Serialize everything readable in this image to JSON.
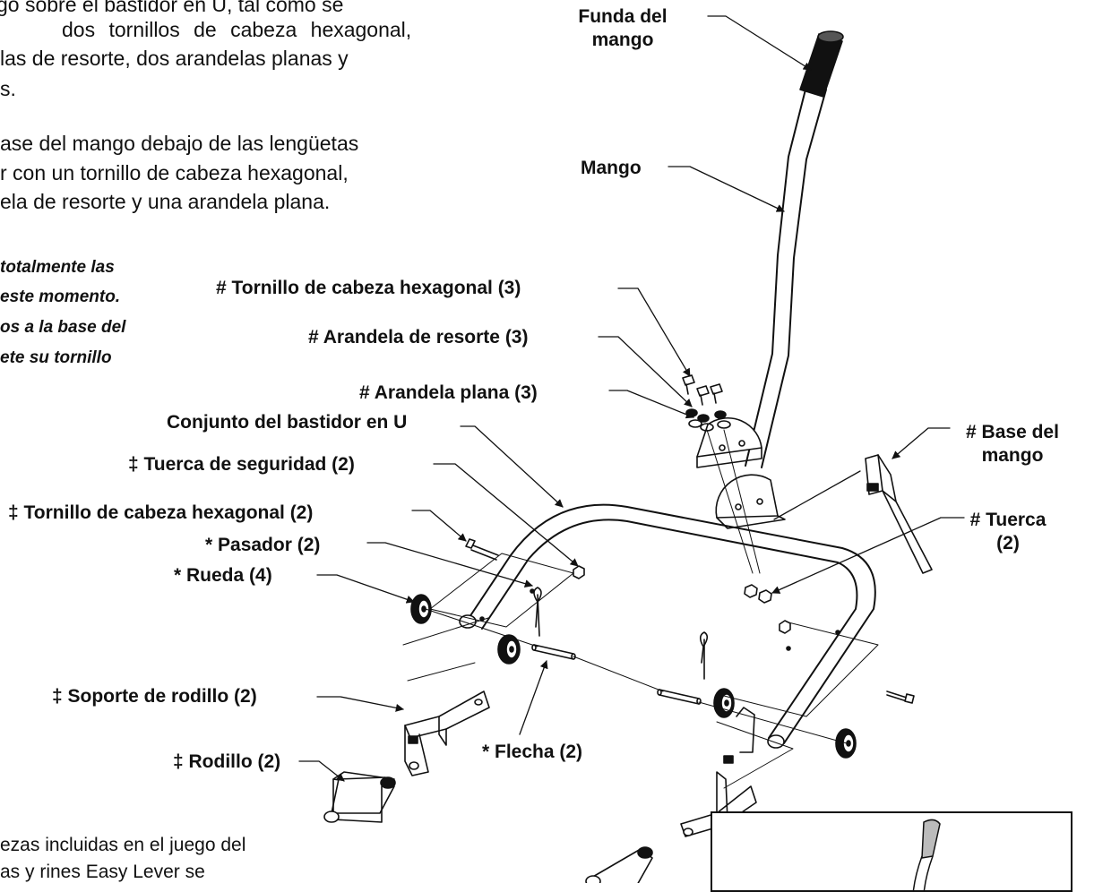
{
  "instructions": {
    "line1": "go sobre el bastidor en U, tal como se",
    "line2": "dos tornillos de cabeza hexagonal,",
    "line3": "las de resorte, dos arandelas planas y",
    "line4": "s.",
    "line5": "ase del mango debajo de las lengüetas",
    "line6": "r con un tornillo de cabeza hexagonal,",
    "line7": "ela de resorte y una arandela plana."
  },
  "note": {
    "line1": "totalmente las",
    "line2": "este momento.",
    "line3": "os a la base del",
    "line4": "ete su tornillo"
  },
  "footer_note": {
    "line1": "ezas incluidas en el juego del",
    "line2": "as y rines Easy Lever se"
  },
  "labels": {
    "funda_line1": "Funda del",
    "funda_line2": "mango",
    "mango": "Mango",
    "tornillo_hex_3": "# Tornillo de cabeza hexagonal (3)",
    "arandela_resorte": "# Arandela de resorte (3)",
    "arandela_plana": "# Arandela plana (3)",
    "bastidor": "Conjunto del bastidor en U",
    "base_line1": "# Base del",
    "base_line2": "mango",
    "tuerca_seg": "‡ Tuerca de seguridad (2)",
    "tornillo_hex_2": "‡ Tornillo de cabeza hexagonal (2)",
    "pasador": "* Pasador (2)",
    "tuerca_line1": "# Tuerca",
    "tuerca_line2": "(2)",
    "rueda": "* Rueda (4)",
    "soporte": "‡ Soporte de rodillo (2)",
    "flecha": "* Flecha (2)",
    "rodillo": "‡ Rodillo (2)"
  }
}
